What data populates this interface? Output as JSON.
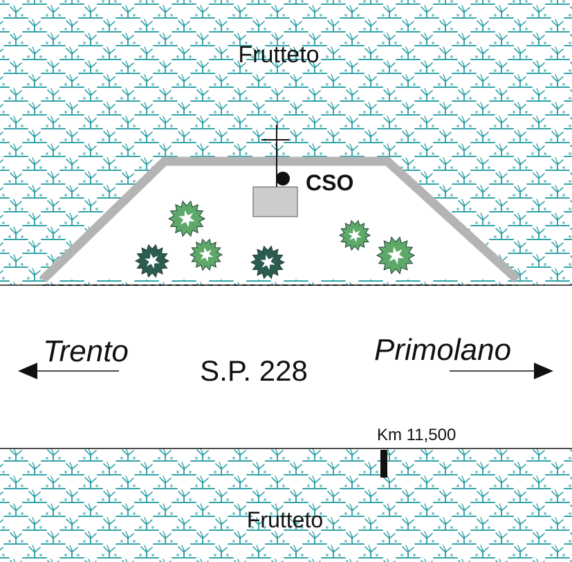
{
  "labels": {
    "orchard_top": "Frutteto",
    "orchard_bottom": "Frutteto",
    "station": "CSO",
    "road": "S.P. 228",
    "direction_left": "Trento",
    "direction_right": "Primolano",
    "km_marker": "Km 11,500"
  },
  "colors": {
    "orchard_symbol": "#33a3a8",
    "embankment": "#b4b4b4",
    "station_box": "#cccccc",
    "shrub_light": "#5ea86a",
    "shrub_dark": "#2c5b4f",
    "line": "#111111"
  },
  "icons": {
    "orchard": "orchard-plant-icon",
    "shrub": "shrub-icon",
    "left_arrow": "arrow-left-icon",
    "right_arrow": "arrow-right-icon",
    "station": "monitoring-station-icon"
  }
}
